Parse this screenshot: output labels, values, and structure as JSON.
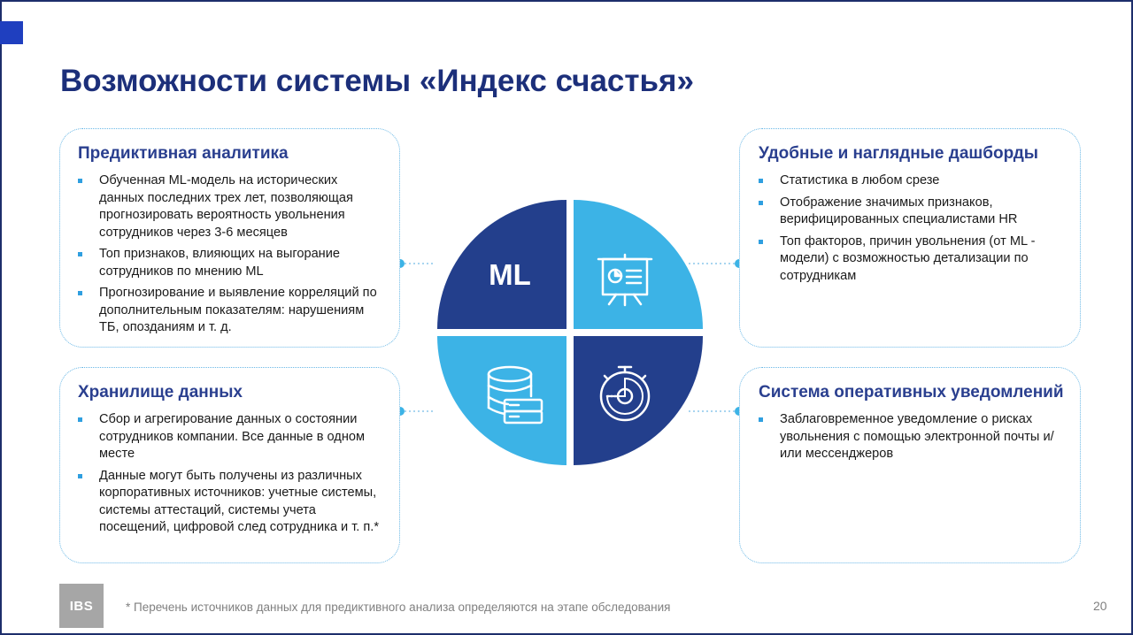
{
  "slide": {
    "title": "Возможности системы «Индекс счастья»",
    "page_number": "20",
    "footnote": "* Перечень источников данных для предиктивного анализа определяются на этапе обследования",
    "logo_text": "IBS"
  },
  "cards": {
    "predictive": {
      "title": "Предиктивная аналитика",
      "items": [
        "Обученная ML-модель на исторических данных последних трех лет, позволяющая прогнозировать вероятность увольнения сотрудников через 3-6 месяцев",
        "Топ признаков, влияющих на выгорание сотрудников по мнению ML",
        "Прогнозирование и выявление корреляций по дополнительным показателям: нарушениям ТБ, опозданиям и т. д."
      ]
    },
    "dashboards": {
      "title": "Удобные и наглядные дашборды",
      "items": [
        "Статистика в любом срезе",
        "Отображение значимых признаков, верифицированных специалистами HR",
        "Топ факторов, причин увольнения (от ML - модели) с возможностью детализации по сотрудникам"
      ]
    },
    "storage": {
      "title": "Хранилище данных",
      "items": [
        "Сбор и агрегирование данных о состоянии сотрудников компании. Все данные в одном месте",
        "Данные могут быть получены из различных корпоративных источников: учетные системы, системы аттестаций, системы учета посещений, цифровой след сотрудника и т. п.*"
      ]
    },
    "notifications": {
      "title": "Система оперативных уведомлений",
      "items": [
        "Заблаговременное уведомление о рисках увольнения с помощью электронной почты и/или мессенджеров"
      ]
    }
  },
  "diagram": {
    "ml_label": "ML",
    "colors": {
      "dark": "#233f8c",
      "light": "#3cb3e6",
      "accent": "#2f9fe0"
    },
    "icons": [
      "presentation-chart-icon",
      "database-server-icon",
      "stopwatch-chart-icon"
    ]
  }
}
